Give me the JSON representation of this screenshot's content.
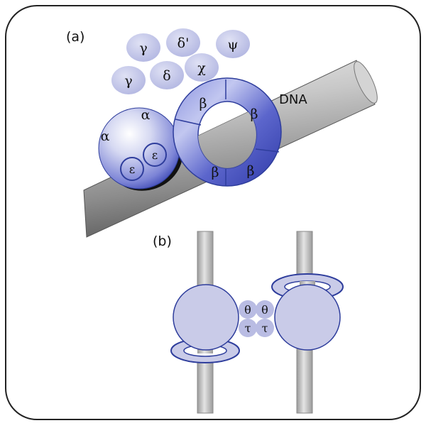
{
  "panel_a": {
    "label": "(a)",
    "dna_label": "DNA",
    "subunits": {
      "gamma1": "γ",
      "delta_prime": "δ'",
      "psi": "ψ",
      "gamma2": "γ",
      "delta": "δ",
      "chi": "χ",
      "alpha1": "α",
      "alpha2": "α",
      "epsilon1": "ε",
      "epsilon2": "ε",
      "beta1": "β",
      "beta2": "β",
      "beta3": "β",
      "beta4": "β"
    }
  },
  "panel_b": {
    "label": "(b)",
    "subunits": {
      "theta1": "θ",
      "theta2": "θ",
      "tau1": "τ",
      "tau2": "τ"
    }
  },
  "colors": {
    "protein_fill": "#c9cbe8",
    "protein_stroke": "#2e3d9c",
    "ring_blue": "#4a55c8",
    "dna_gray": "#a8a8a8",
    "frame": "#222222"
  }
}
